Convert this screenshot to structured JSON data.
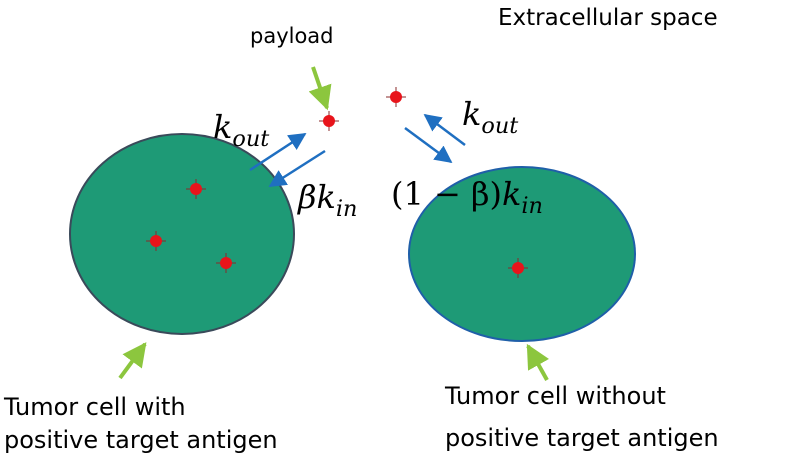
{
  "labels": {
    "extracellular": "Extracellular space",
    "payload": "payload",
    "cell_left_line1": "Tumor cell with",
    "cell_left_line2": "positive target antigen",
    "cell_right_line1": "Tumor cell without",
    "cell_right_line2": "positive target antigen"
  },
  "rates": {
    "k": "k",
    "out": "out",
    "in": "in",
    "beta": "β",
    "one_minus_beta": "(1 − β)"
  },
  "colors": {
    "cell_fill": "#1e9a76",
    "cell_stroke_left": "#3a4a5a",
    "cell_stroke_right": "#1f5fa8",
    "arrow_blue": "#1f6fc1",
    "pointer_green": "#8cc63e",
    "payload_red": "#e8141b",
    "payload_cross": "#8a2a2a"
  }
}
